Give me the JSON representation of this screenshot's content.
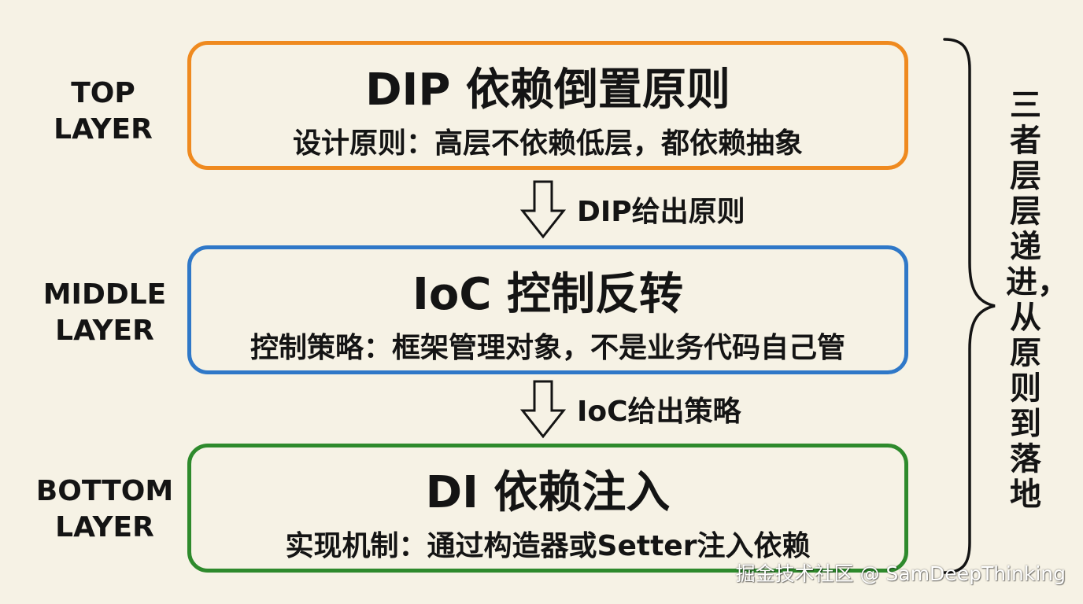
{
  "layers": [
    {
      "label_line1": "TOP",
      "label_line2": "LAYER",
      "title": "DIP 依赖倒置原则",
      "description": "设计原则：高层不依赖低层，都依赖抽象",
      "border_color": "#ef8a1f"
    },
    {
      "label_line1": "MIDDLE",
      "label_line2": "LAYER",
      "title": "IoC 控制反转",
      "description": "控制策略：框架管理对象，不是业务代码自己管",
      "border_color": "#2f78c8"
    },
    {
      "label_line1": "BOTTOM",
      "label_line2": "LAYER",
      "title": "DI 依赖注入",
      "description": "实现机制：通过构造器或Setter注入依赖",
      "border_color": "#2e8a2c"
    }
  ],
  "arrows": [
    {
      "label": "DIP给出原则",
      "icon": "down-arrow-icon"
    },
    {
      "label": "IoC给出策略",
      "icon": "down-arrow-icon"
    }
  ],
  "side_note": "三者层层递进，从原则到落地",
  "watermark": "掘金技术社区 @ SamDeepThinking"
}
